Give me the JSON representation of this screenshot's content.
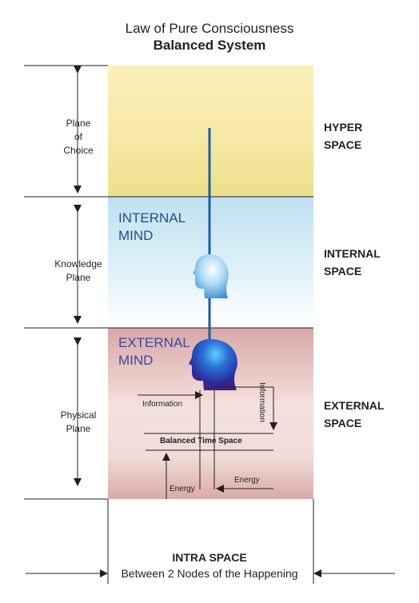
{
  "title": {
    "line1": "Law of Pure Consciousness",
    "line2": "Balanced System"
  },
  "planes": [
    {
      "label": "Plane\nof\nChoice"
    },
    {
      "label": "Knowledge\nPlane"
    },
    {
      "label": "Physical\nPlane"
    }
  ],
  "spaces": [
    {
      "label": "HYPER\nSPACE"
    },
    {
      "label": "INTERNAL\nSPACE"
    },
    {
      "label": "EXTERNAL\nSPACE"
    }
  ],
  "minds": {
    "internal": "INTERNAL\nMIND",
    "external": "EXTERNAL\nMIND"
  },
  "flow": {
    "information_in": "Information",
    "information_out": "Information",
    "balanced": "Balanced Time Space",
    "energy_left": "Energy",
    "energy_right": "Energy"
  },
  "bottom": {
    "line1": "INTRA SPACE",
    "line2": "Between 2 Nodes of the Happening"
  },
  "colors": {
    "hyper_band": "#f6e8a8",
    "internal_band": "#cfe8f5",
    "external_band": "#e6c3c0",
    "axis_line": "#1f5f9a",
    "mind_text": "#3b4a9c"
  },
  "icons": [
    "internal-head-icon",
    "external-head-icon"
  ]
}
